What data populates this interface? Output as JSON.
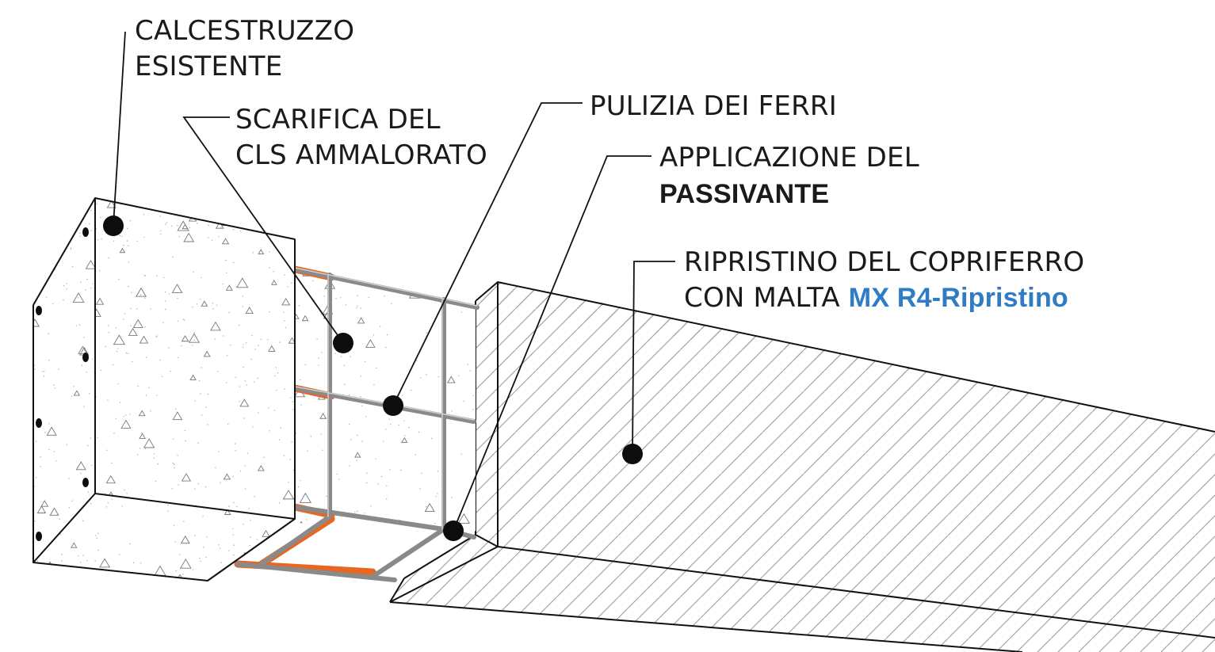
{
  "labels": {
    "existing_concrete": [
      "CALCESTRUZZO",
      "ESISTENTE"
    ],
    "scarifica": [
      "SCARIFICA DEL",
      "CLS AMMALORATO"
    ],
    "cleaning": [
      "PULIZIA DEI FERRI"
    ],
    "passivant": {
      "line1": "APPLICAZIONE DEL",
      "product": "PASSIVANTE"
    },
    "cover_restore": {
      "line1": "RIPRISTINO DEL COPRIFERRO",
      "line2_prefix": "CON MALTA ",
      "product": "MX R4-Ripristino"
    }
  },
  "colors": {
    "product_blue": "#2e7bc6",
    "passivant_orange": "#e8661f",
    "rebar_grey": "#8a8a8a",
    "hatch_grey": "#9a9a9a",
    "ink": "#111111"
  }
}
